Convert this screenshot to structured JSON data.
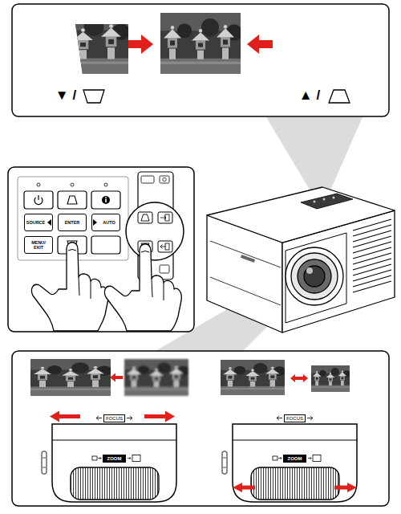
{
  "diagram": {
    "nodes": [
      {
        "text": [
          "SOURCE"
        ]
      },
      {
        "text": [
          "ENTER"
        ]
      },
      {
        "text": [
          "AUTO"
        ]
      },
      {
        "text": [
          "MENU/ EXIT"
        ]
      }
    ],
    "labels": [
      "▼ /",
      "▲ /",
      "FOCUS",
      "ZOOM",
      "FOCUS",
      "ZOOM"
    ]
  }
}
